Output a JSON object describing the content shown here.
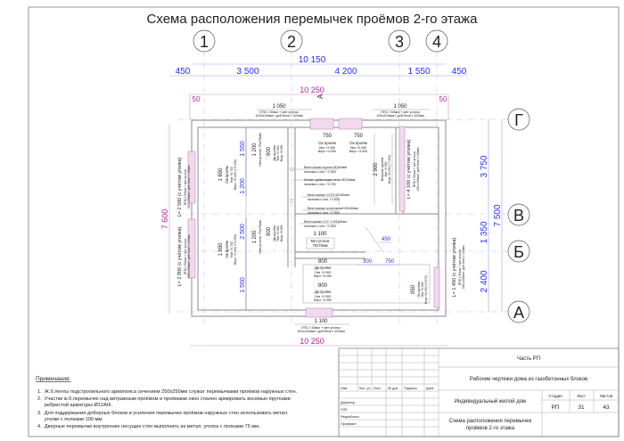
{
  "title": "Схема расположения перемычек проёмов 2-го этажа",
  "axes": {
    "cols": [
      "1",
      "2",
      "3",
      "4"
    ],
    "rows": [
      "Г",
      "В",
      "Б",
      "А"
    ]
  },
  "dims_top": {
    "total": "10 150",
    "segments": [
      "450",
      "3 500",
      "4 200",
      "1 550",
      "450"
    ]
  },
  "dims_outer": {
    "top": "10 250",
    "left_offset": "50",
    "right_offset": "50",
    "left_total": "7 600",
    "bottom": "10 250"
  },
  "dims_right": {
    "seg1": "3 750",
    "seg2": "1 350",
    "seg3": "2 400",
    "total": "7 500"
  },
  "section_mark": "А",
  "lintel_pps": {
    "line1": "ППС t 50мм + мет уголок",
    "line2": "100х100мм+ доб.блок t 100мм"
  },
  "top_lintels": [
    {
      "length": "1 050"
    },
    {
      "length": "1 050"
    }
  ],
  "top_windows": [
    {
      "width": "750",
      "label": "Ок.проём",
      "bottom": "Низ +3.450",
      "top": "Верх +4.950"
    },
    {
      "width": "750",
      "label": "Ок.проём",
      "bottom": "Низ +3.450",
      "top": "Верх +4.950"
    }
  ],
  "left_lintels": [
    {
      "length": "L= 2 500 (с учётом уголка)",
      "width": "1 650",
      "label": "Ок.проём",
      "bottom": "Низ +3.700",
      "top": "Верх +5.200 (+5.220)"
    },
    {
      "length": "L= 2 900 (с учётом уголка)",
      "width": "1 650",
      "label": "Ок.проём",
      "bottom": "Низ +3.700",
      "top": "Верх +5.200 (+5.220)"
    }
  ],
  "left_inner_dims": [
    "1 550",
    "1 200",
    "2 500",
    "1 550"
  ],
  "inner_doors": [
    {
      "length": "1 200",
      "angle": "Мет.уголок 75х75мм",
      "width": "900",
      "label": "Дв.проём",
      "bottom": "Низ +2.950",
      "top": "Верх +5.050"
    },
    {
      "length": "1 200",
      "angle": "Мет.уголок 75х75мм",
      "width": "900",
      "label": "Дв.проём",
      "bottom": "Низ +2.950",
      "top": "Верх +5.050"
    }
  ],
  "vents": [
    {
      "name": "Вент.канал кухни Ø160мм",
      "start": "начиная с отм. +2.500"
    },
    {
      "name": "Канал дымохода печи Ø200мм",
      "start": "начиная с отм. +0.750"
    },
    {
      "name": "Вент.канал С/У2 Ø160мм",
      "start": "начиная с отм. +2.500"
    },
    {
      "name": "Вент.канал котельной Ø160мм",
      "start": "начиная с отм. +2.500"
    },
    {
      "name": "Вент.канал С/У 1 Ø160мм",
      "start": "начиная с отм. +2.500"
    }
  ],
  "vitrage": {
    "width": "2 900",
    "label": "Витраж.проём",
    "bottom": "Низ +2.950",
    "top": "Верх +5.200 (+7.200)",
    "length": "L= 4 100 (с учётом уголка)"
  },
  "center_lintel": {
    "length": "1 100",
    "angle": "Мет.уголок",
    "size": "75х75мм"
  },
  "small_dims": {
    "d450": "450",
    "d300": "300",
    "d750": "750"
  },
  "lower_doors": [
    {
      "width": "800",
      "label": "Дв.проём",
      "bottom": "Низ +2.950",
      "top": "Верх +5.050"
    },
    {
      "width": "800",
      "label": "Дв.проём",
      "bottom": "Низ +2.950",
      "top": "Верх +4.950"
    }
  ],
  "right_window": {
    "width": "950",
    "label": "Ок.проём",
    "bottom": "Низ +2.950",
    "top": "Верх +5.200 (+5.070)",
    "length": "L= 1 450 (с учётом уголка)"
  },
  "bottom_lintel": {
    "length": "1 100"
  },
  "notes": {
    "heading": "Примечания:",
    "items": [
      "1.  Ж.б.ленты подстропильного армопояса сечением 250х250мм служат перемычками проёмов наружных стен.",
      "2.  Участки ж.б.перемычек над витражным проёмом и проёмами окон спален армировать восемью прутками",
      "     ребристой арматуры Ø12АIII.",
      "3.  Для поддержания доборных блоков и усиления перемычек проёмов наружных стен использовать метал.",
      "     уголки с полками 100 мм.",
      "4.  Дверные перемычки внутренних несущих стен выполнить из метал. уголка с полками 75 мм."
    ]
  },
  "title_block": {
    "part": "Часть РП",
    "project": "Рабочие чертежи дома из газобетонных блоков",
    "object": "Индивидуальный жилой дом",
    "sheet_title_1": "Схема расположения перемычек",
    "sheet_title_2": "проёмов 2-го этажа",
    "headers": [
      "Изм.",
      "Кол. уч",
      "Лист",
      "№ док.",
      "Подпись",
      "Дата"
    ],
    "roles": [
      "Директор",
      "ГИП",
      "Разработал",
      "Проверил"
    ],
    "stage_label": "Стадия",
    "sheet_label": "Лист",
    "sheets_label": "Листов",
    "stage": "РП",
    "sheet": "31",
    "sheets": "43"
  }
}
